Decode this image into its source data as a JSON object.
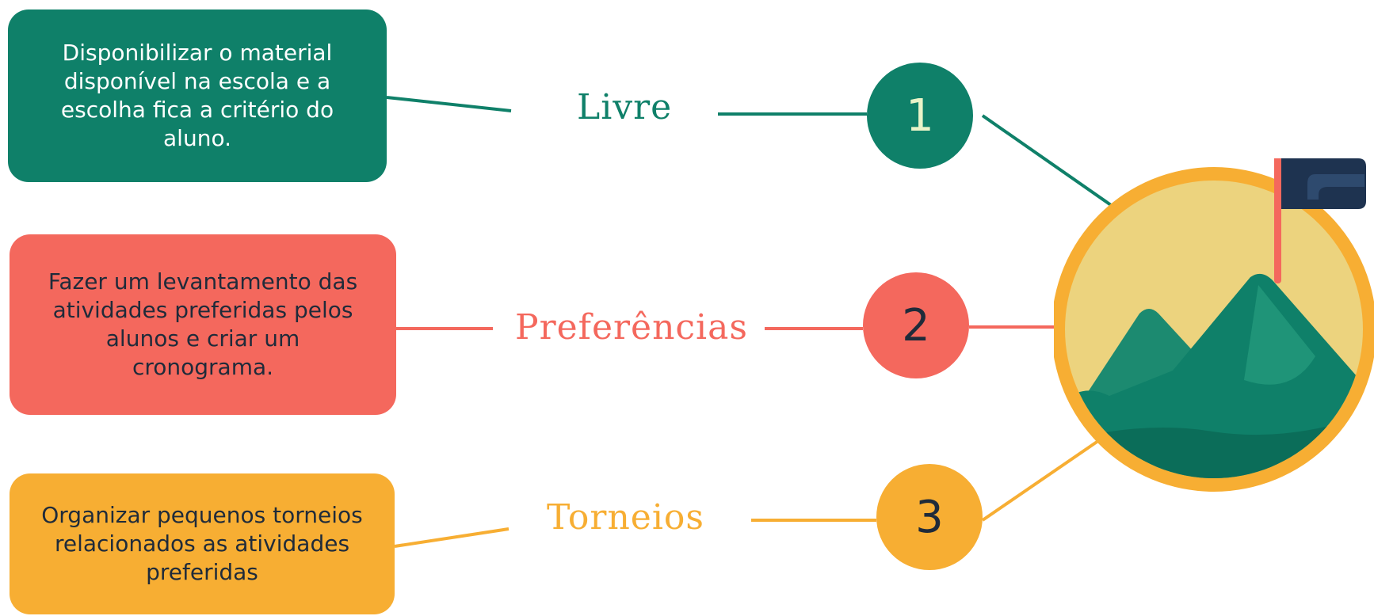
{
  "items": [
    {
      "number": "1",
      "label": "Livre",
      "description": "Disponibilizar o material disponível na escola e a escolha fica a critério do aluno.",
      "color": "#0f8069"
    },
    {
      "number": "2",
      "label": "Preferências",
      "description": "Fazer um levantamento das atividades preferidas pelos alunos e criar um cronograma.",
      "color": "#f4685d"
    },
    {
      "number": "3",
      "label": "Torneios",
      "description": "Organizar pequenos torneios relacionados as atividades preferidas",
      "color": "#f7ae33"
    }
  ],
  "illustration": {
    "icon": "mountain-flag-icon",
    "ring_color": "#f7ae33",
    "sky_color": "#ecd37e",
    "mountain_color": "#0f8069",
    "flag_color": "#1e3350",
    "pole_color": "#f4685d"
  }
}
